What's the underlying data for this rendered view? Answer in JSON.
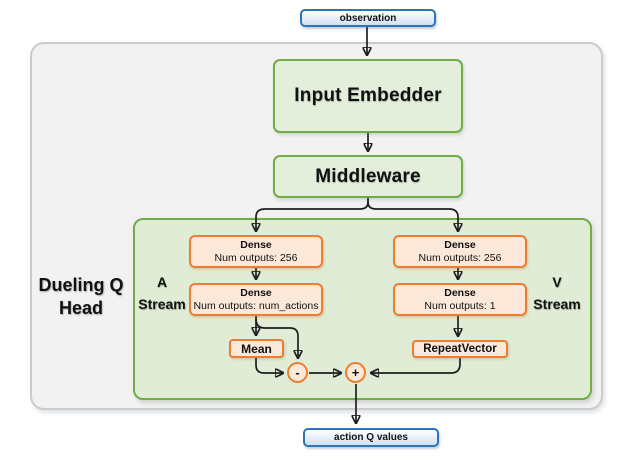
{
  "colors": {
    "io_border": "#2e75b6",
    "io_fill": "#dbe8f6",
    "green_border": "#70ad47",
    "green_fill": "#e3efdb",
    "green_container_fill": "#e0ecd6",
    "orange_border": "#ed7d31",
    "orange_fill": "#fce8d9",
    "gray_container_fill": "#f2f2f2",
    "gray_container_border": "#cbcbcb",
    "arrow": "#1f1f1f"
  },
  "nodes": {
    "observation": {
      "label": "observation"
    },
    "input_embedder": {
      "label": "Input Embedder"
    },
    "middleware": {
      "label": "Middleware"
    },
    "a_dense_1": {
      "title": "Dense",
      "subtitle": "Num outputs: 256"
    },
    "a_dense_2": {
      "title": "Dense",
      "subtitle": "Num outputs: num_actions"
    },
    "v_dense_1": {
      "title": "Dense",
      "subtitle": "Num outputs: 256"
    },
    "v_dense_2": {
      "title": "Dense",
      "subtitle": "Num outputs: 1"
    },
    "mean": {
      "label": "Mean"
    },
    "repeat_vector": {
      "label": "RepeatVector"
    },
    "subtract_op": {
      "label": "-"
    },
    "add_op": {
      "label": "+"
    },
    "action_q_values": {
      "label": "action Q values"
    }
  },
  "labels": {
    "dueling_head": {
      "line1": "Dueling Q",
      "line2": "Head"
    },
    "a_stream": {
      "line1": "A",
      "line2": "Stream"
    },
    "v_stream": {
      "line1": "V",
      "line2": "Stream"
    }
  }
}
